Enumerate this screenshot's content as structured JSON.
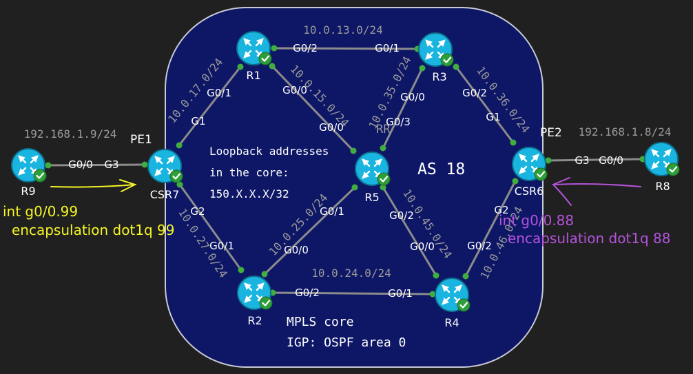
{
  "colors": {
    "background": "#202020",
    "core_fill": "#0e1766",
    "core_border": "#c9cbd6",
    "link": "#8c8c8c",
    "port_dot": "#3fae3f",
    "router": "#19b5e0",
    "router_ring": "#0d6e8c",
    "ok_badge": "#2e9e3a",
    "label_white": "#ffffff",
    "subnet_gray": "#9a9a9a",
    "annotation_yellow": "#f5f526",
    "annotation_purple": "#b453d9"
  },
  "routers": [
    {
      "id": "R1",
      "label": "R1",
      "icon": "router-icon"
    },
    {
      "id": "R3",
      "label": "R3",
      "icon": "router-icon"
    },
    {
      "id": "R5",
      "label": "R5",
      "icon": "router-icon"
    },
    {
      "id": "R2",
      "label": "R2",
      "icon": "router-icon"
    },
    {
      "id": "R4",
      "label": "R4",
      "icon": "router-icon"
    },
    {
      "id": "CSR7",
      "label": "CSR7",
      "role": "PE1",
      "icon": "router-icon"
    },
    {
      "id": "CSR6",
      "label": "CSR6",
      "role": "PE2",
      "icon": "router-icon"
    },
    {
      "id": "R9",
      "label": "R9",
      "icon": "router-icon"
    },
    {
      "id": "R8",
      "label": "R8",
      "icon": "router-icon"
    }
  ],
  "links": [
    {
      "from": "R1",
      "to": "R3",
      "from_if": "G0/2",
      "to_if": "G0/1",
      "subnet": "10.0.13.0/24"
    },
    {
      "from": "R1",
      "to": "CSR7",
      "from_if": "G0/1",
      "to_if": "G1",
      "subnet": "10.0.17.0/24"
    },
    {
      "from": "R1",
      "to": "R5",
      "from_if": "G0/0",
      "to_if": "G0/0",
      "subnet": "10.0.15.0/24"
    },
    {
      "from": "R3",
      "to": "R5",
      "from_if": "G0/0",
      "to_if": "G0/3",
      "subnet": "10.0.35.0/24"
    },
    {
      "from": "R3",
      "to": "CSR6",
      "from_if": "G0/2",
      "to_if": "G1",
      "subnet": "10.0.36.0/24"
    },
    {
      "from": "CSR7",
      "to": "R2",
      "from_if": "G2",
      "to_if": "G0/1",
      "subnet": "10.0.27.0/24"
    },
    {
      "from": "R5",
      "to": "R2",
      "from_if": "G0/1",
      "to_if": "G0/0",
      "subnet": "10.0.25.0/24"
    },
    {
      "from": "R5",
      "to": "R4",
      "from_if": "G0/2",
      "to_if": "G0/0",
      "subnet": "10.0.45.0/24"
    },
    {
      "from": "R2",
      "to": "R4",
      "from_if": "G0/2",
      "to_if": "G0/1",
      "subnet": "10.0.24.0/24"
    },
    {
      "from": "CSR6",
      "to": "R4",
      "from_if": "G2",
      "to_if": "G0/2",
      "subnet": "10.0.46.0/24"
    },
    {
      "from": "R9",
      "to": "CSR7",
      "from_if": "G0/0",
      "to_if": "G3",
      "subnet": "192.168.1.9/24"
    },
    {
      "from": "CSR6",
      "to": "R8",
      "from_if": "G3",
      "to_if": "G0/0",
      "subnet": "192.168.1.8/24"
    }
  ],
  "core": {
    "as_label": "AS 18",
    "rr_label": "RR",
    "loopback_note": [
      "Loopback addresses",
      "in the core:",
      "150.X.X.X/32"
    ],
    "mpls_label": "MPLS core",
    "igp_label": "IGP: OSPF area 0"
  },
  "pe_labels": {
    "pe1": "PE1",
    "pe2": "PE2"
  },
  "annotations": {
    "left": {
      "line1": "int g0/0.99",
      "line2": "encapsulation dot1q 99"
    },
    "right": {
      "line1": "int g0/0.88",
      "line2": "encapsulation dot1q 88"
    }
  }
}
